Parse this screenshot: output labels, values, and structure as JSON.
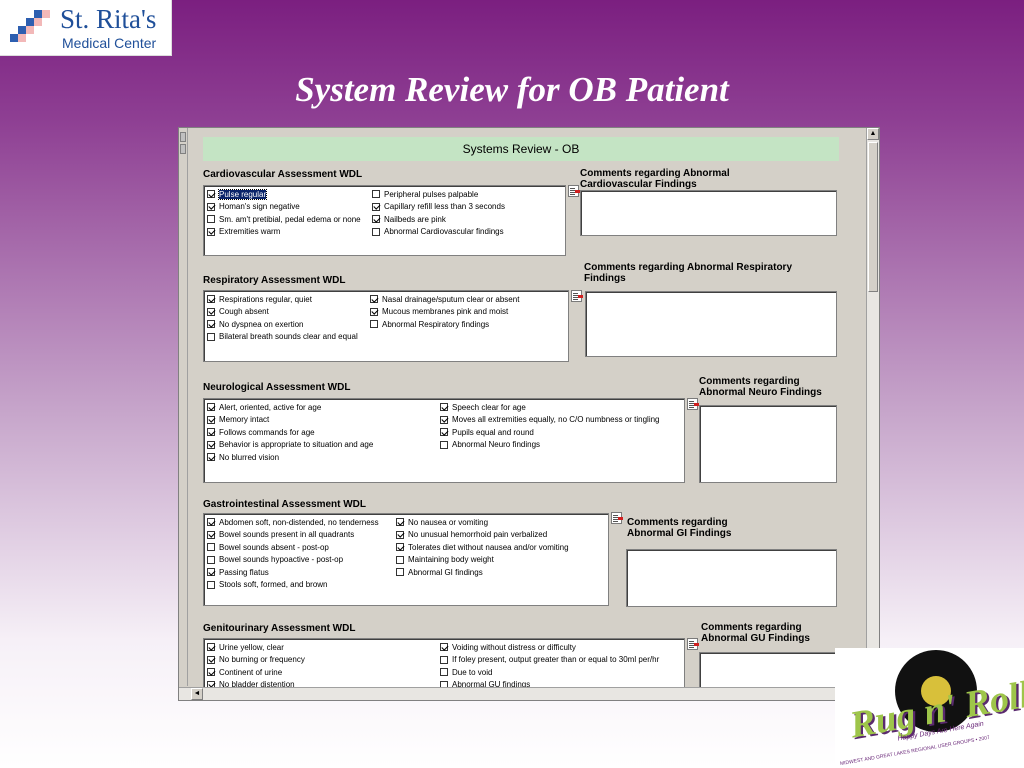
{
  "logo": {
    "name": "St. Rita's",
    "subtitle": "Medical Center"
  },
  "slide_title": "System Review for OB Patient",
  "form": {
    "header": "Systems Review - OB",
    "sections": [
      {
        "label": "Cardiovascular Assessment WDL",
        "col1": [
          {
            "text": "Pulse regular",
            "checked": true,
            "highlight": true
          },
          {
            "text": "Homan's sign negative",
            "checked": true
          },
          {
            "text": "Sm. am't pretibial, pedal edema or none",
            "checked": false
          },
          {
            "text": "Extremities warm",
            "checked": true
          }
        ],
        "col2": [
          {
            "text": "Peripheral pulses palpable",
            "checked": false
          },
          {
            "text": "Capillary refill less than 3 seconds",
            "checked": true
          },
          {
            "text": "Nailbeds are pink",
            "checked": true
          },
          {
            "text": "Abnormal Cardiovascular findings",
            "checked": false
          }
        ],
        "comment_label": "Comments regarding Abnormal Cardiovascular Findings"
      },
      {
        "label": "Respiratory Assessment WDL",
        "col1": [
          {
            "text": "Respirations regular, quiet",
            "checked": true
          },
          {
            "text": "Cough absent",
            "checked": true
          },
          {
            "text": "No dyspnea on exertion",
            "checked": true
          },
          {
            "text": "Bilateral breath sounds clear and equal",
            "checked": false
          }
        ],
        "col2": [
          {
            "text": "Nasal drainage/sputum clear or absent",
            "checked": true
          },
          {
            "text": "Mucous membranes pink and moist",
            "checked": true
          },
          {
            "text": "Abnormal Respiratory findings",
            "checked": false
          }
        ],
        "comment_label": "Comments regarding Abnormal Respiratory Findings"
      },
      {
        "label": "Neurological Assessment WDL",
        "col1": [
          {
            "text": "Alert, oriented, active for age",
            "checked": true
          },
          {
            "text": "Memory intact",
            "checked": true
          },
          {
            "text": "Follows commands for age",
            "checked": true
          },
          {
            "text": "Behavior is appropriate to situation and age",
            "checked": true
          },
          {
            "text": "No blurred vision",
            "checked": true
          }
        ],
        "col2": [
          {
            "text": "Speech clear for age",
            "checked": true
          },
          {
            "text": "Moves all extremities equally, no C/O numbness or tingling",
            "checked": true
          },
          {
            "text": "Pupils equal and round",
            "checked": true
          },
          {
            "text": "Abnormal Neuro findings",
            "checked": false
          }
        ],
        "comment_label": "Comments regarding Abnormal Neuro Findings"
      },
      {
        "label": "Gastrointestinal Assessment WDL",
        "col1": [
          {
            "text": "Abdomen soft, non-distended, no tenderness",
            "checked": true
          },
          {
            "text": "Bowel sounds present in all quadrants",
            "checked": true
          },
          {
            "text": "Bowel sounds absent - post-op",
            "checked": false
          },
          {
            "text": "Bowel sounds hypoactive - post-op",
            "checked": false
          },
          {
            "text": "Passing flatus",
            "checked": true
          },
          {
            "text": "Stools soft, formed, and brown",
            "checked": false
          }
        ],
        "col2": [
          {
            "text": "No nausea or vomiting",
            "checked": true
          },
          {
            "text": "No unusual hemorrhoid pain verbalized",
            "checked": true
          },
          {
            "text": "Tolerates diet without nausea and/or vomiting",
            "checked": true
          },
          {
            "text": "Maintaining body weight",
            "checked": false
          },
          {
            "text": "Abnormal GI findings",
            "checked": false
          }
        ],
        "comment_label": "Comments regarding Abnormal GI Findings"
      },
      {
        "label": "Genitourinary Assessment WDL",
        "col1": [
          {
            "text": "Urine yellow, clear",
            "checked": true
          },
          {
            "text": "No burning or frequency",
            "checked": true
          },
          {
            "text": "Continent of urine",
            "checked": true
          },
          {
            "text": "No bladder distention",
            "checked": true
          }
        ],
        "col2": [
          {
            "text": "Voiding without distress or difficulty",
            "checked": true
          },
          {
            "text": "If foley present, output greater than or equal to 30ml per/hr",
            "checked": false
          },
          {
            "text": "Due to void",
            "checked": false
          },
          {
            "text": "Abnormal GU findings",
            "checked": false
          }
        ],
        "comment_label": "Comments regarding Abnormal GU Findings"
      }
    ]
  },
  "badge": {
    "title": "Rug n' Roll",
    "tagline": "Happy Days Are Here Again",
    "arc_text": "MIDWEST AND GREAT LAKES REGIONAL USER GROUPS • 2007"
  }
}
